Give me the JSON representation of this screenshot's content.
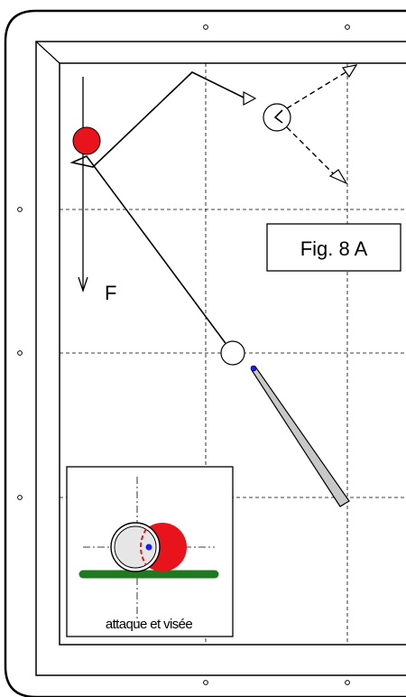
{
  "figure": {
    "label": "Fig. 8 A",
    "force_label": "F",
    "inset_caption": "attaque et visée"
  },
  "colors": {
    "object_ball": "#e8141c",
    "cue_ball": "#ffffff",
    "cue_tip": "#1a1aff",
    "cue_stick": "#c8c8c8",
    "cloth_line": "#1f7a1f",
    "aim_marks": "#e8141c"
  }
}
